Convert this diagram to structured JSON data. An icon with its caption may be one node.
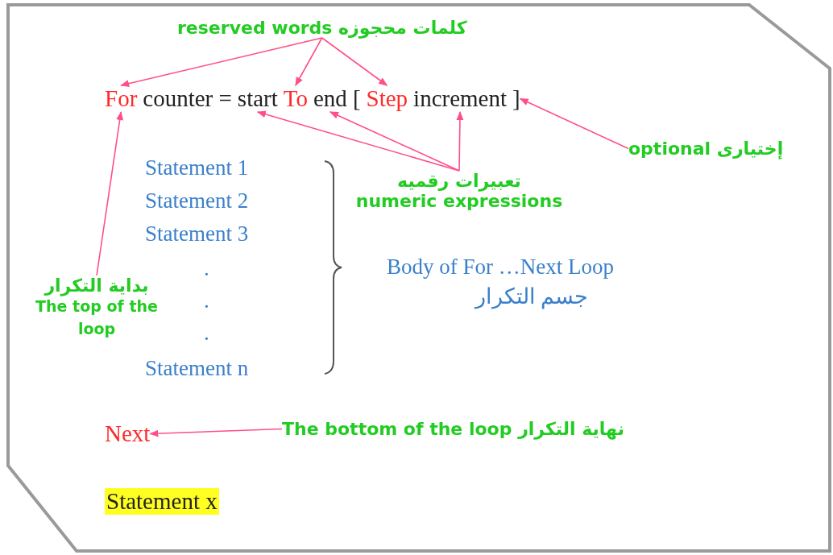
{
  "diagram": {
    "nodes": [
      {
        "text": [
          "reserved words كلمات محجوزه"
        ]
      },
      {
        "text": [
          "For"
        ]
      },
      {
        "text": [
          "start"
        ]
      },
      {
        "text": [
          "To"
        ]
      },
      {
        "text": [
          "end"
        ]
      },
      {
        "text": [
          "Step"
        ]
      },
      {
        "text": [
          "increment"
        ]
      },
      {
        "text": [
          "]"
        ]
      },
      {
        "text": [
          "optional إختيارى"
        ]
      },
      {
        "text": [
          "تعبيرات رقميه",
          "numeric expressions"
        ]
      },
      {
        "text": [
          "بداية التكرار",
          "The top of the loop"
        ]
      },
      {
        "text": [
          "Next"
        ]
      },
      {
        "text": [
          "The bottom of the loop نهاية التكرار"
        ]
      }
    ],
    "edges": [
      {
        "from": 0,
        "to": 1,
        "arrow": "to"
      },
      {
        "from": 0,
        "to": 3,
        "arrow": "to"
      },
      {
        "from": 0,
        "to": 5,
        "arrow": "to"
      },
      {
        "from": 8,
        "to": 7,
        "arrow": "to"
      },
      {
        "from": 9,
        "to": 2,
        "arrow": "to"
      },
      {
        "from": 9,
        "to": 4,
        "arrow": "to"
      },
      {
        "from": 9,
        "to": 6,
        "arrow": "to"
      },
      {
        "from": 10,
        "to": 1,
        "arrow": "to"
      },
      {
        "from": 12,
        "to": 11,
        "arrow": "to"
      }
    ],
    "labels": [
      "counter =",
      "[",
      "Statement 1",
      "Statement 2",
      "Statement 3",
      ".",
      ".",
      ".",
      "Statement n",
      "Body of For …Next Loop",
      "جسم التكرار",
      "Statement x"
    ]
  }
}
